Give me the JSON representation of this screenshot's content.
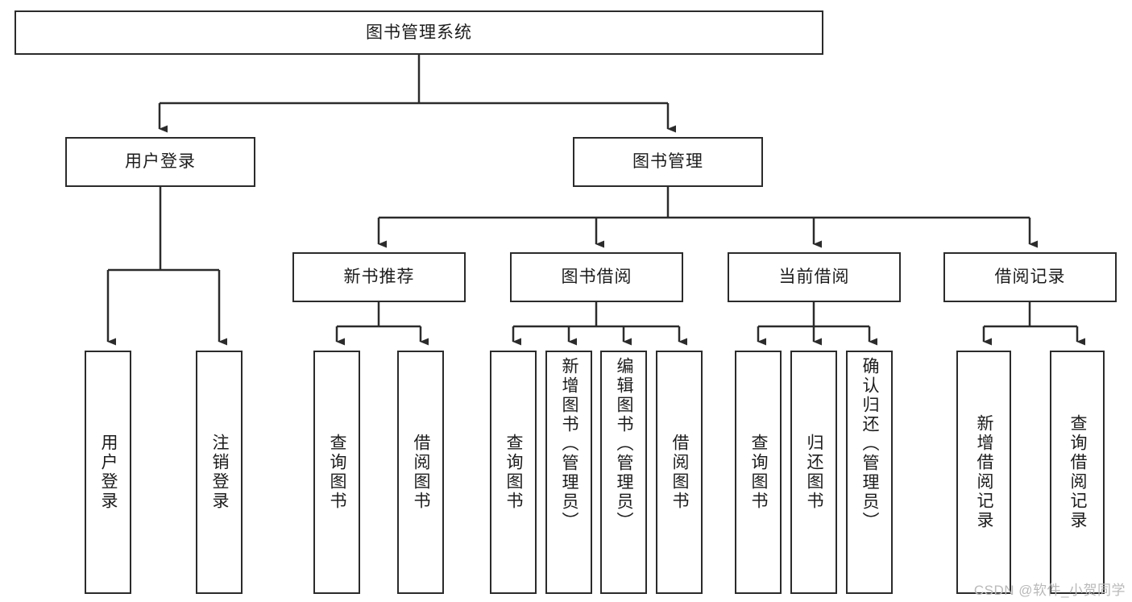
{
  "diagram": {
    "title": "图书管理系统",
    "type": "tree-hierarchy-diagram",
    "colors": {
      "border": "#2b2b2b",
      "background": "#ffffff",
      "text": "#1c1c1c",
      "watermark": "#b9b9b9"
    },
    "root": {
      "label": "图书管理系统"
    },
    "level2": [
      {
        "label": "用户登录"
      },
      {
        "label": "图书管理"
      }
    ],
    "level3": [
      {
        "label": "新书推荐"
      },
      {
        "label": "图书借阅"
      },
      {
        "label": "当前借阅"
      },
      {
        "label": "借阅记录"
      }
    ],
    "leaves": {
      "user_login": [
        {
          "label": "用户登录"
        },
        {
          "label": "注销登录"
        }
      ],
      "new_book": [
        {
          "label": "查询图书"
        },
        {
          "label": "借阅图书"
        }
      ],
      "book_borrow": [
        {
          "label": "查询图书"
        },
        {
          "label": "新增图书（管理员）"
        },
        {
          "label": "编辑图书（管理员）"
        },
        {
          "label": "借阅图书"
        }
      ],
      "current_borrow": [
        {
          "label": "查询图书"
        },
        {
          "label": "归还图书"
        },
        {
          "label": "确认归还（管理员）"
        }
      ],
      "borrow_record": [
        {
          "label": "新增借阅记录"
        },
        {
          "label": "查询借阅记录"
        }
      ]
    },
    "watermark": "CSDN @软件_小贺同学"
  }
}
